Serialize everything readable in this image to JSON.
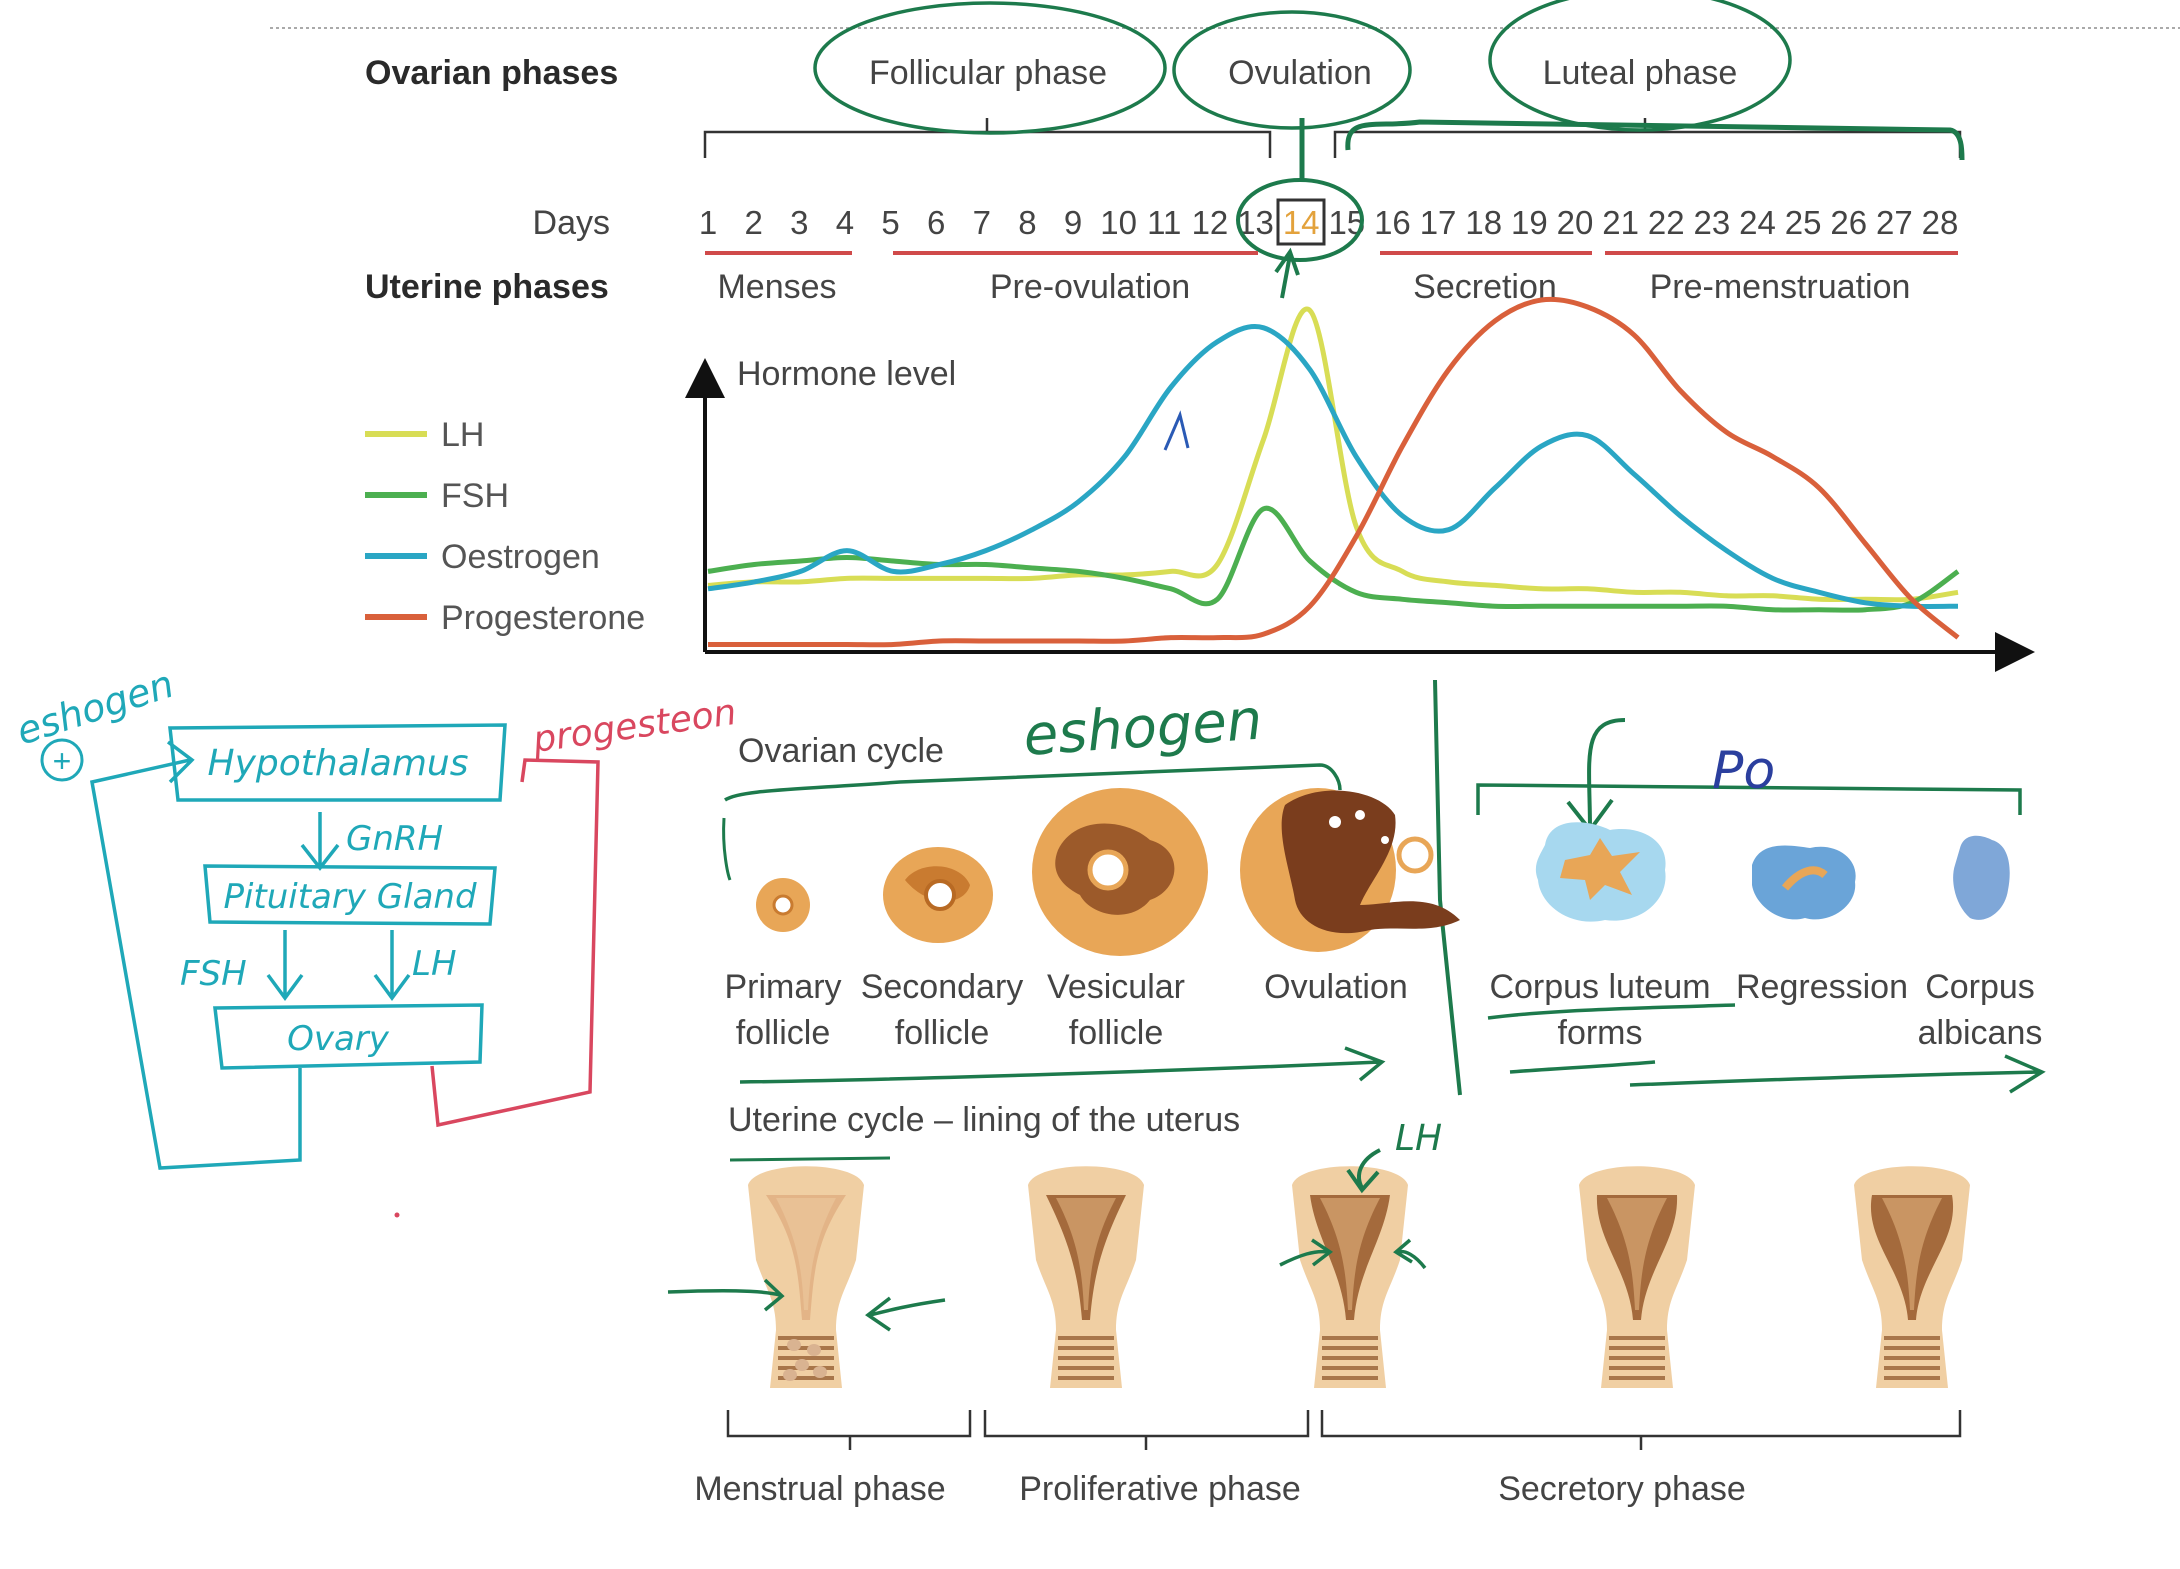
{
  "header": {
    "ovarian_phases_label": "Ovarian phases",
    "follicular_phase": "Follicular phase",
    "ovulation": "Ovulation",
    "luteal_phase": "Luteal phase",
    "days_label": "Days",
    "days": [
      "1",
      "2",
      "3",
      "4",
      "5",
      "6",
      "7",
      "8",
      "9",
      "10",
      "11",
      "12",
      "13",
      "14",
      "15",
      "16",
      "17",
      "18",
      "19",
      "20",
      "21",
      "22",
      "23",
      "24",
      "25",
      "26",
      "27",
      "28"
    ],
    "highlight_day": "14",
    "uterine_phases_label": "Uterine phases",
    "uterine_phases": [
      "Menses",
      "Pre-ovulation",
      "Secretion",
      "Pre-menstruation"
    ]
  },
  "hormone_chart": {
    "title": "Hormone level",
    "legend": [
      {
        "name": "LH",
        "color": "#d8dd55"
      },
      {
        "name": "FSH",
        "color": "#4caf50"
      },
      {
        "name": "Oestrogen",
        "color": "#2aa6c4"
      },
      {
        "name": "Progesterone",
        "color": "#d9603b"
      }
    ]
  },
  "chart_data": {
    "type": "line",
    "title": "Hormone level",
    "xlabel": "Days",
    "ylabel": "Hormone level",
    "x": [
      1,
      2,
      3,
      4,
      5,
      6,
      7,
      8,
      9,
      10,
      11,
      12,
      13,
      14,
      15,
      16,
      17,
      18,
      19,
      20,
      21,
      22,
      23,
      24,
      25,
      26,
      27,
      28
    ],
    "ylim": [
      0,
      100
    ],
    "series": [
      {
        "name": "LH",
        "color": "#d8dd55",
        "values": [
          18,
          19,
          19,
          20,
          20,
          20,
          20,
          20,
          21,
          21,
          22,
          24,
          60,
          97,
          35,
          22,
          19,
          18,
          17,
          17,
          16,
          16,
          15,
          15,
          14,
          14,
          14,
          16
        ]
      },
      {
        "name": "FSH",
        "color": "#4caf50",
        "values": [
          22,
          24,
          25,
          26,
          25,
          24,
          24,
          23,
          22,
          20,
          17,
          14,
          40,
          25,
          16,
          14,
          13,
          12,
          12,
          12,
          12,
          12,
          12,
          11,
          11,
          11,
          13,
          22
        ]
      },
      {
        "name": "Oestrogen",
        "color": "#2aa6c4",
        "values": [
          17,
          19,
          22,
          28,
          22,
          24,
          28,
          34,
          42,
          55,
          75,
          88,
          92,
          80,
          55,
          38,
          34,
          46,
          58,
          61,
          50,
          38,
          28,
          20,
          16,
          13,
          12,
          12
        ]
      },
      {
        "name": "Progesterone",
        "color": "#d9603b",
        "values": [
          1,
          1,
          1,
          1,
          1,
          2,
          2,
          2,
          2,
          2,
          3,
          3,
          4,
          12,
          32,
          58,
          80,
          94,
          100,
          98,
          90,
          74,
          62,
          55,
          46,
          30,
          14,
          3
        ]
      }
    ]
  },
  "ovarian_cycle": {
    "title": "Ovarian cycle",
    "stages": [
      {
        "line1": "Primary",
        "line2": "follicle"
      },
      {
        "line1": "Secondary",
        "line2": "follicle"
      },
      {
        "line1": "Vesicular",
        "line2": "follicle"
      },
      {
        "line1": "Ovulation",
        "line2": ""
      },
      {
        "line1": "Corpus luteum",
        "line2": "forms"
      },
      {
        "line1": "Regression",
        "line2": ""
      },
      {
        "line1": "Corpus",
        "line2": "albicans"
      }
    ]
  },
  "uterine_cycle": {
    "title": "Uterine cycle – lining of the uterus",
    "phases": [
      "Menstrual phase",
      "Proliferative phase",
      "Secretory phase"
    ]
  },
  "annotations": {
    "estrogen_top": "eshogen",
    "estrogen_left": "eshogen",
    "plus_sign": "+",
    "progesterone_left": "progesteon",
    "progesterone_short": "Po",
    "hypothalamus": "Hypothalamus",
    "gnrh": "GnRH",
    "pituitary": "Pituitary Gland",
    "fsh": "FSH",
    "lh": "LH",
    "ovary": "Ovary",
    "lh_note": "LH"
  },
  "colors": {
    "teal_ink": "#1fa8b8",
    "red_ink": "#d9475f",
    "green_ink": "#1d7a4c",
    "blue_ink": "#2b3f9e",
    "day14": "#e3a23c"
  }
}
